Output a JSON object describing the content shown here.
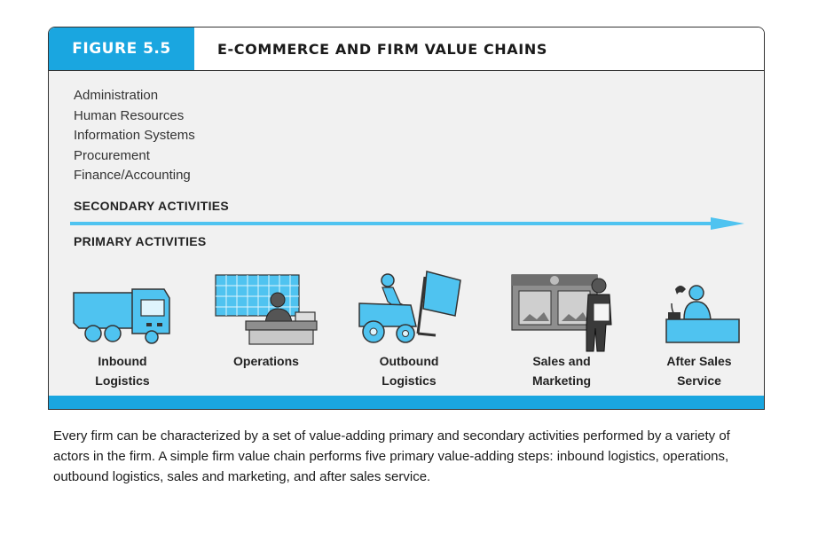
{
  "figure": {
    "tag": "FIGURE 5.5",
    "title": "E-COMMERCE AND FIRM VALUE CHAINS"
  },
  "secondary": {
    "items": [
      "Administration",
      "Human Resources",
      "Information Systems",
      "Procurement",
      "Finance/Accounting"
    ],
    "label": "SECONDARY ACTIVITIES"
  },
  "primary": {
    "label": "PRIMARY ACTIVITIES",
    "activities": [
      {
        "line1": "Inbound",
        "line2": "Logistics",
        "icon": "truck-icon"
      },
      {
        "line1": "Operations",
        "line2": "",
        "icon": "operations-worker-icon"
      },
      {
        "line1": "Outbound",
        "line2": "Logistics",
        "icon": "forklift-icon"
      },
      {
        "line1": "Sales and",
        "line2": "Marketing",
        "icon": "salesperson-icon"
      },
      {
        "line1": "After Sales",
        "line2": "Service",
        "icon": "support-phone-icon"
      }
    ]
  },
  "caption": "Every firm can be characterized by a set of value-adding primary and secondary activities performed by a variety of actors in the firm. A simple firm value chain performs five primary value-adding steps: inbound logistics, operations, outbound logistics, sales and marketing, and after sales service.",
  "colors": {
    "accent": "#1aa6e0",
    "icon_blue": "#4fc3f0",
    "icon_dark": "#333333",
    "panel": "#f1f1f1"
  }
}
